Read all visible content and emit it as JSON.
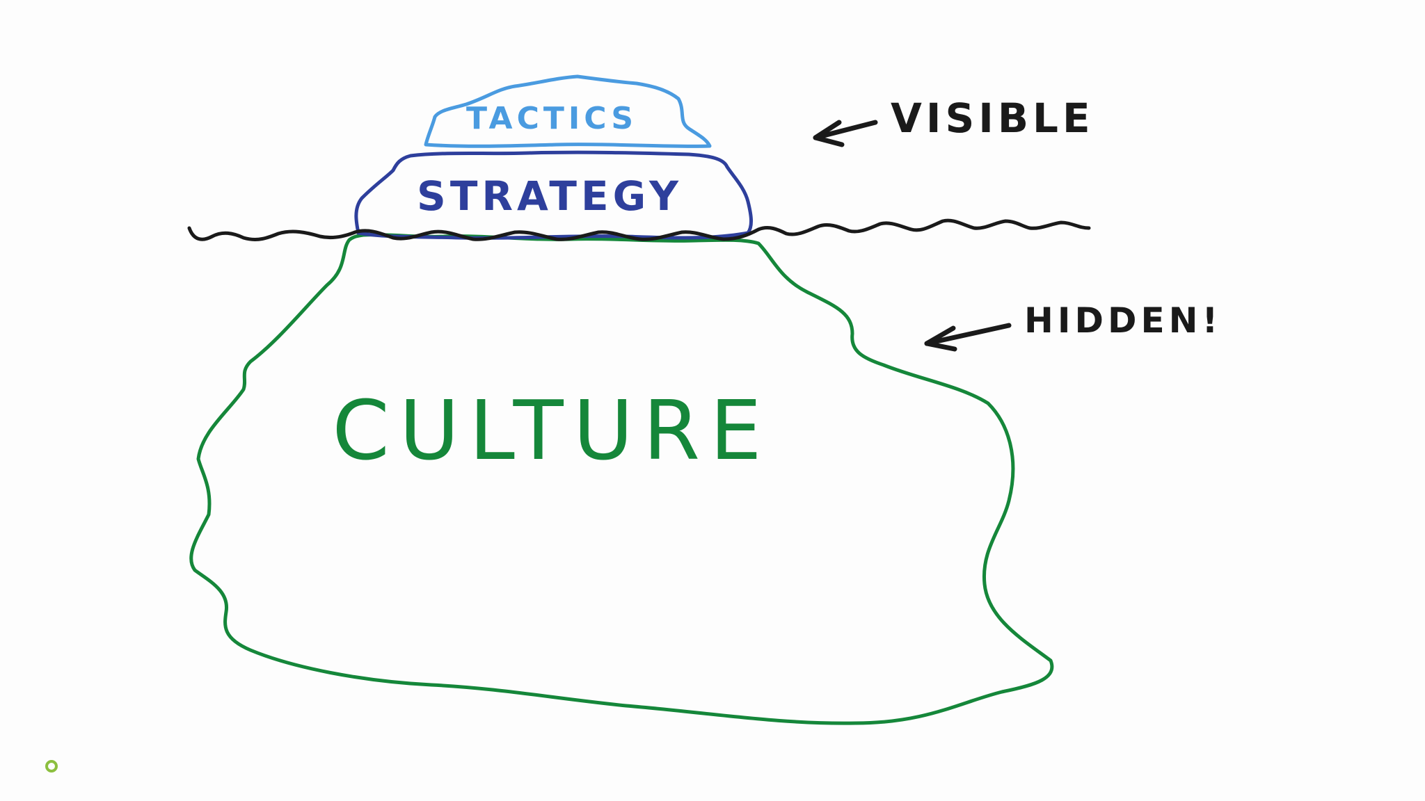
{
  "diagram": {
    "tactics_label": "TACTICS",
    "strategy_label": "STRATEGY",
    "culture_label": "CULTURE",
    "visible_label": "VISIBLE",
    "hidden_label": "HIDDEN!",
    "colors": {
      "tactics": "#4a9be0",
      "strategy": "#2e3f9c",
      "culture": "#15873a",
      "ink": "#1a1a1a",
      "indicator": "#8cbf3f",
      "background": "#fdfdfd"
    }
  },
  "slide_indicator": {
    "icon": "circle-icon"
  }
}
